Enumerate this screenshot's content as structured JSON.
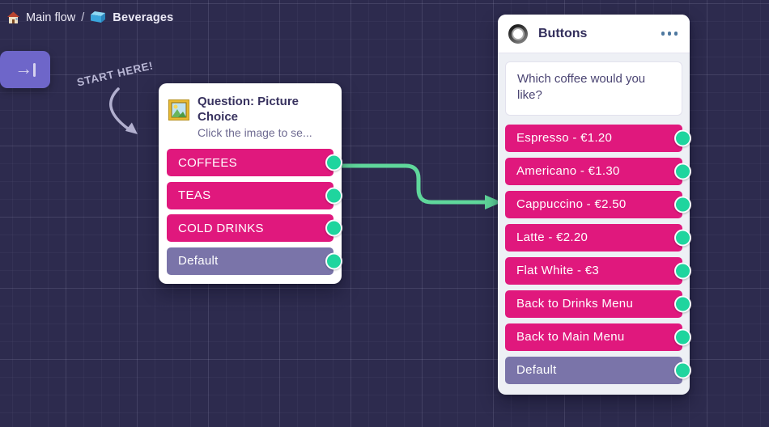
{
  "breadcrumb": {
    "home_icon": "house-icon",
    "home_label": "Main flow",
    "separator": "/",
    "current_icon": "blue-cube-icon",
    "current_label": "Beverages"
  },
  "toolbar": {
    "jump_icon_glyph": "→"
  },
  "annotation": {
    "text": "START HERE!"
  },
  "connection": {
    "from_node": "Question: Picture Choice",
    "from_button": "COFFEES",
    "to_node": "Buttons"
  },
  "nodes": {
    "picture_choice": {
      "icon": "picture-frame-icon",
      "title": "Question: Picture Choice",
      "subtitle": "Click the image to se...",
      "buttons": [
        {
          "label": "COFFEES"
        },
        {
          "label": "TEAS"
        },
        {
          "label": "COLD DRINKS"
        },
        {
          "label": "Default"
        }
      ]
    },
    "buttons": {
      "icon": "radio-button-icon",
      "title": "Buttons",
      "menu_icon": "ellipsis-icon",
      "question": "Which coffee would you like?",
      "buttons": [
        {
          "label": "Espresso - €1.20"
        },
        {
          "label": "Americano - €1.30"
        },
        {
          "label": "Cappuccino - €2.50"
        },
        {
          "label": "Latte - €2.20"
        },
        {
          "label": "Flat White - €3"
        },
        {
          "label": "Back to Drinks Menu"
        },
        {
          "label": "Back to Main Menu"
        },
        {
          "label": "Default"
        }
      ]
    }
  },
  "colors": {
    "background": "#2d2b4e",
    "button_pink": "#e0187d",
    "default_purple": "#7a74a9",
    "port_green": "#1fd59e",
    "connector_green": "#5fd79b",
    "jump_button_purple": "#6e66c9",
    "title_text": "#38325f"
  }
}
